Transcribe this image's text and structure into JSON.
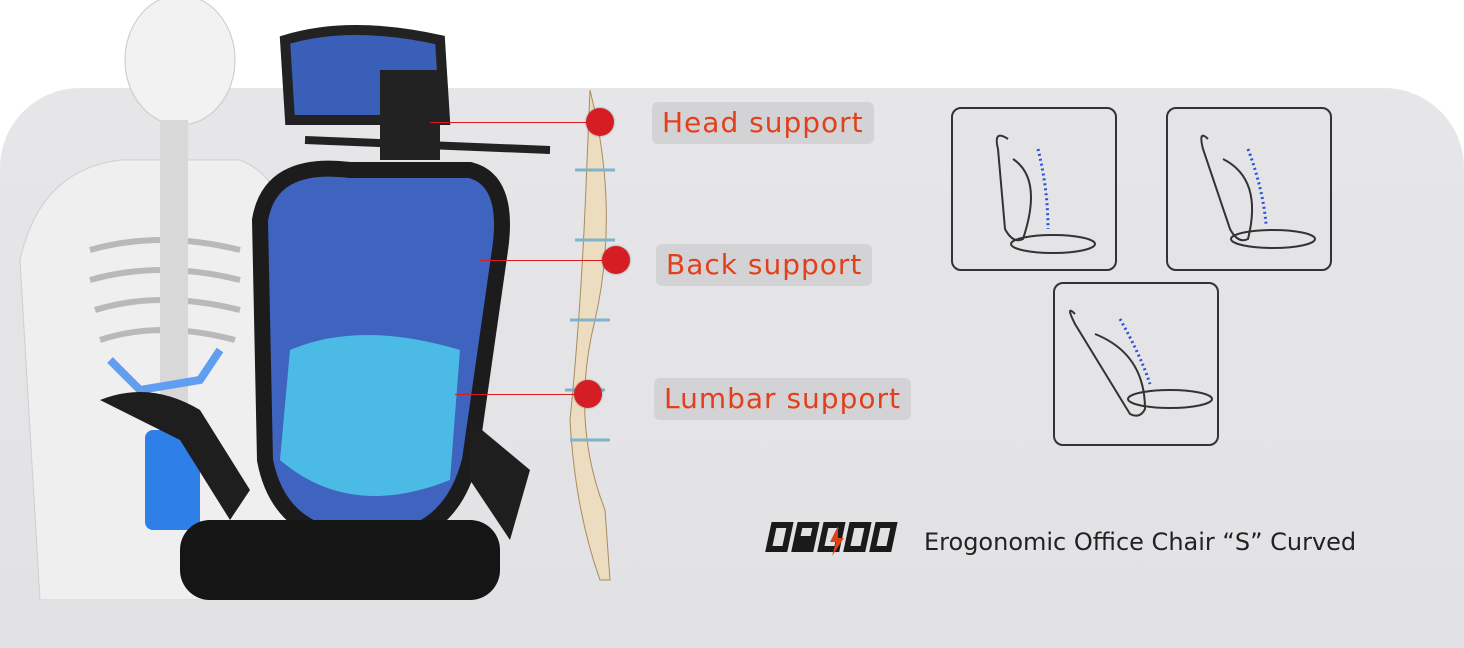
{
  "callouts": [
    {
      "label": "Head support"
    },
    {
      "label": "Back support"
    },
    {
      "label": "Lumbar support"
    }
  ],
  "brand": {
    "logo_text": "DROGO",
    "tagline": "Erogonomic Office Chair “S” Curved"
  },
  "colors": {
    "accent": "#e2401c",
    "dot": "#d41e24",
    "spine_highlight": "#2a52d8",
    "mesh": "#3a5fb8",
    "lumbar_pad": "#4cc3e8"
  },
  "posture_diagrams": [
    {
      "name": "upright"
    },
    {
      "name": "slight-recline"
    },
    {
      "name": "full-recline"
    }
  ]
}
